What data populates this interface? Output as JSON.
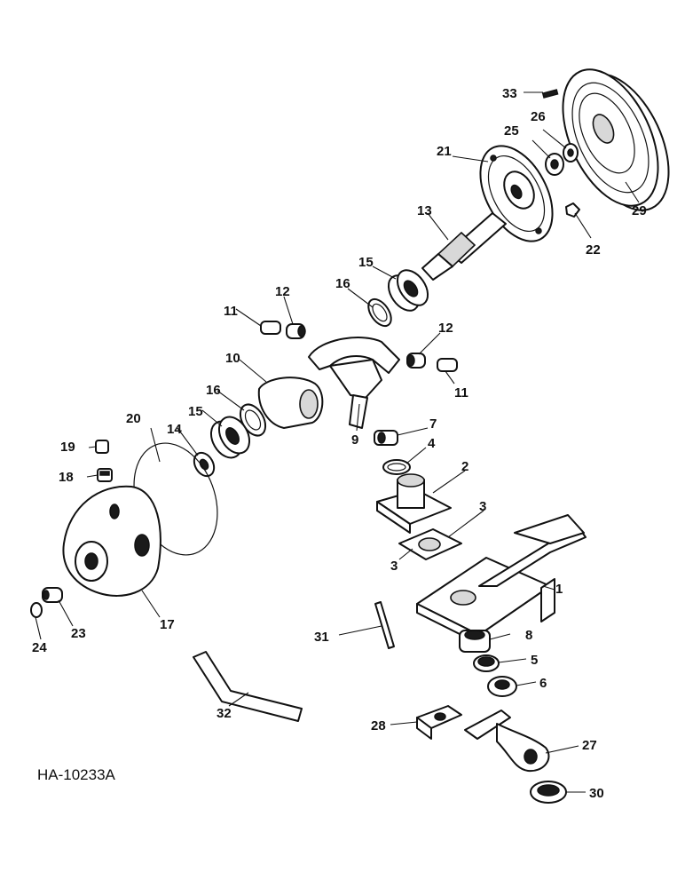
{
  "figure_code": "HA-10233A",
  "callouts": {
    "c1": "1",
    "c2": "2",
    "c3a": "3",
    "c3b": "3",
    "c4": "4",
    "c5": "5",
    "c6": "6",
    "c7": "7",
    "c8": "8",
    "c9": "9",
    "c10": "10",
    "c11a": "11",
    "c11b": "11",
    "c12a": "12",
    "c12b": "12",
    "c13": "13",
    "c14": "14",
    "c15a": "15",
    "c15b": "15",
    "c16a": "16",
    "c16b": "16",
    "c17": "17",
    "c18": "18",
    "c19": "19",
    "c20": "20",
    "c21": "21",
    "c22": "22",
    "c23": "23",
    "c24": "24",
    "c25": "25",
    "c26": "26",
    "c27": "27",
    "c28": "28",
    "c29": "29",
    "c30": "30",
    "c31": "31",
    "c32": "32",
    "c33": "33"
  }
}
